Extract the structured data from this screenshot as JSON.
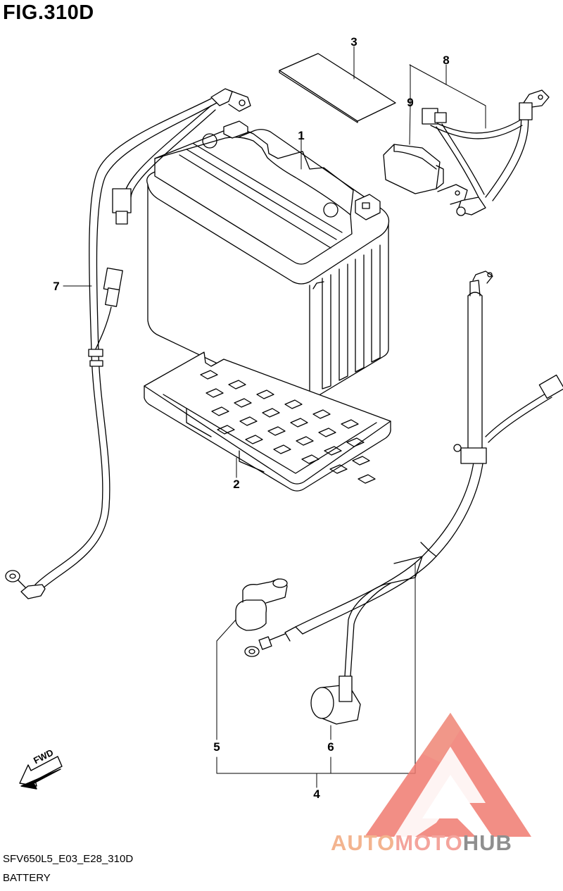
{
  "figure": {
    "title": "FIG.310D",
    "code": "SFV650L5_E03_E28_310D",
    "name": "BATTERY"
  },
  "callouts": [
    {
      "id": "1",
      "label": "1"
    },
    {
      "id": "2",
      "label": "2"
    },
    {
      "id": "3",
      "label": "3"
    },
    {
      "id": "4",
      "label": "4"
    },
    {
      "id": "5",
      "label": "5"
    },
    {
      "id": "6",
      "label": "6"
    },
    {
      "id": "7",
      "label": "7"
    },
    {
      "id": "8",
      "label": "8"
    },
    {
      "id": "9",
      "label": "9"
    }
  ],
  "fwd_arrow": {
    "label": "FWD"
  },
  "watermark": {
    "word1": "AUTO",
    "word2": "MOTO",
    "word3": "HUB",
    "colors": {
      "triangle": "#f07a70",
      "word1": "#f3b48f",
      "word2": "#f4a49c",
      "word3": "#8f8f8f"
    }
  },
  "colors": {
    "line": "#000000",
    "background": "#ffffff"
  }
}
